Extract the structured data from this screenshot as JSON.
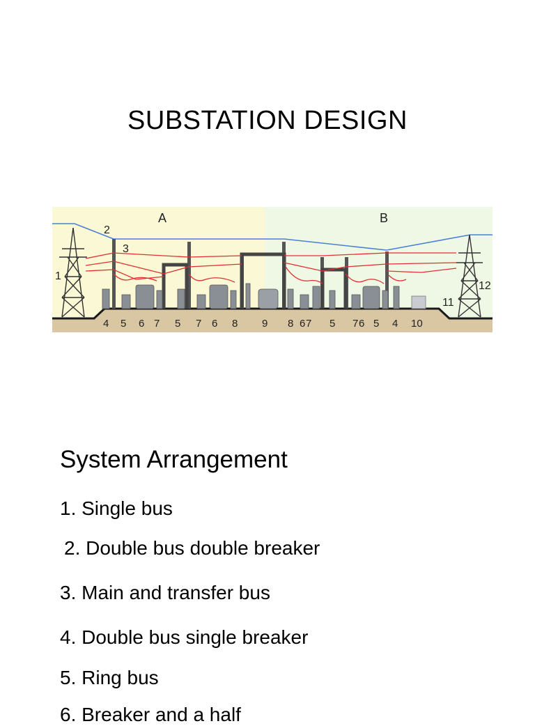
{
  "title": "SUBSTATION DESIGN",
  "diagram": {
    "zones": [
      "A",
      "B"
    ],
    "upper_labels": [
      "1",
      "2",
      "3",
      "11",
      "12"
    ],
    "bottom_labels": [
      "4",
      "5",
      "6",
      "7",
      "5",
      "7",
      "6",
      "8",
      "9",
      "8",
      "6",
      "7",
      "5",
      "7",
      "6",
      "5",
      "4",
      "10"
    ],
    "colors": {
      "zone_a": "#fbf8d6",
      "zone_b": "#eef8e4",
      "overhead_line": "#4a7fd6",
      "busbar": "#e03030",
      "ground": "#1a1a1a"
    }
  },
  "section_heading": "System Arrangement",
  "list": [
    "1.  Single bus",
    "2.  Double bus double breaker",
    "3.  Main and transfer bus",
    "4.  Double bus single breaker",
    "5.  Ring bus",
    "6.  Breaker and a half"
  ]
}
